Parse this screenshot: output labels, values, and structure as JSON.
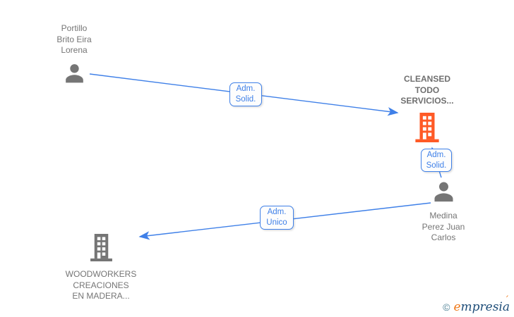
{
  "diagram": {
    "type": "corporate-relations-graph",
    "nodes": {
      "portillo": {
        "kind": "person",
        "line1": "Portillo",
        "line2": "Brito Eira",
        "line3": "Lorena"
      },
      "cleansed": {
        "kind": "company",
        "line1": "CLEANSED",
        "line2": "TODO",
        "line3": "SERVICIOS..."
      },
      "medina": {
        "kind": "person",
        "line1": "Medina",
        "line2": "Perez Juan",
        "line3": "Carlos"
      },
      "woodworkers": {
        "kind": "company",
        "line1": "WOODWORKERS",
        "line2": "CREACIONES",
        "line3": "EN MADERA..."
      }
    },
    "edges": {
      "edge1": {
        "from": "portillo",
        "to": "cleansed",
        "label_line1": "Adm.",
        "label_line2": "Solid."
      },
      "edge2": {
        "from": "medina",
        "to": "cleansed",
        "label_line1": "Adm.",
        "label_line2": "Solid."
      },
      "edge3": {
        "from": "medina",
        "to": "woodworkers",
        "label_line1": "Adm.",
        "label_line2": "Unico"
      }
    },
    "colors": {
      "edge": "#3f80e8",
      "node_text": "#757575",
      "person_icon": "#757575",
      "company_icon_highlight": "#ff5a26",
      "company_icon_gray": "#757575"
    }
  },
  "logo": {
    "copyright": "©",
    "brand_first": "e",
    "brand_rest": "mpresia",
    "accent": "´"
  }
}
